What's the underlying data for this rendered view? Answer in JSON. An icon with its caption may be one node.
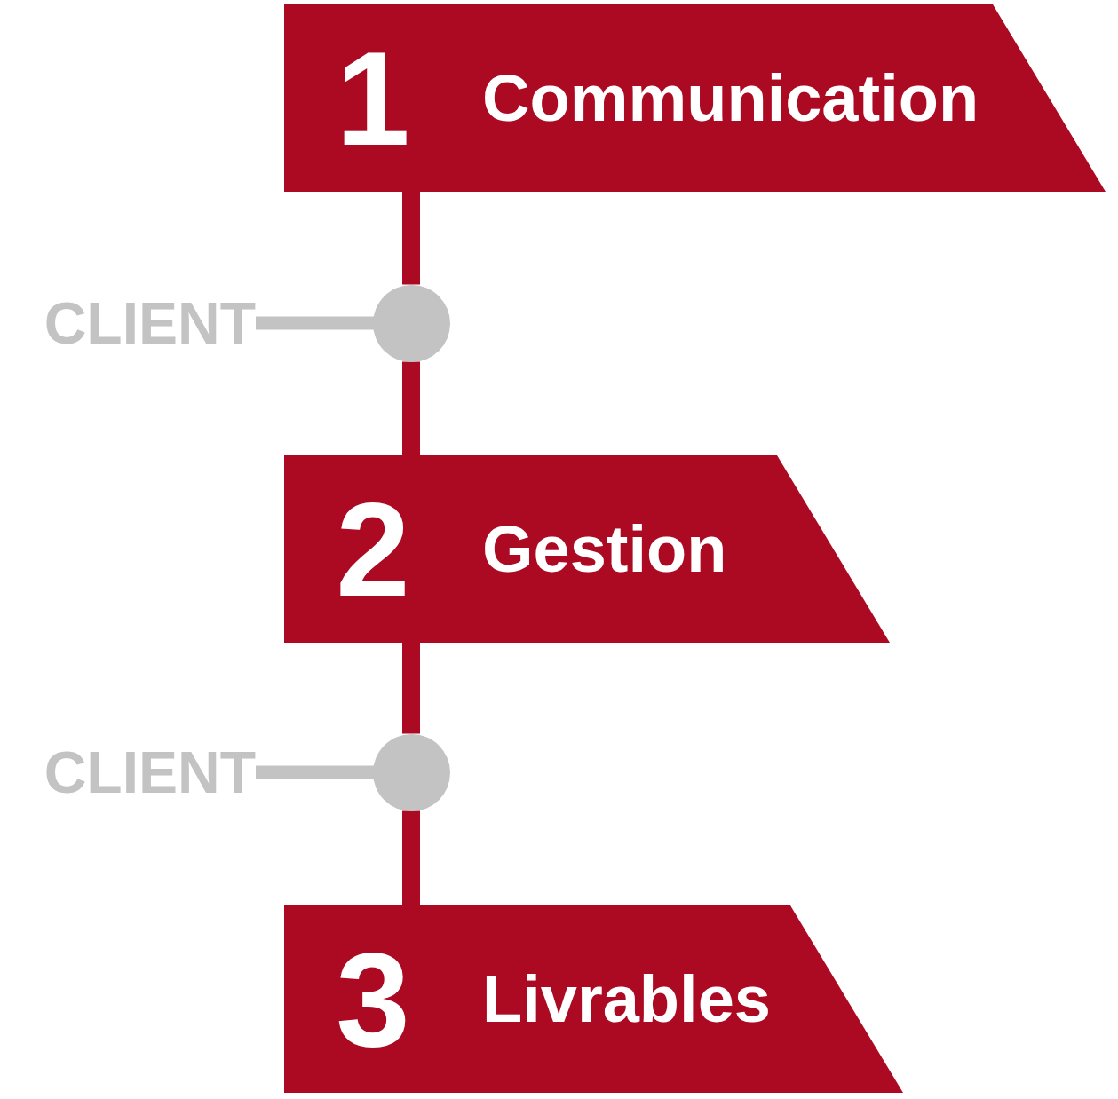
{
  "diagram": {
    "nodes": [
      {
        "text": [
          "1",
          "Communication"
        ]
      },
      {
        "text": [
          "CLIENT"
        ]
      },
      {
        "text": [],
        "shape": "circle"
      },
      {
        "text": [
          "2",
          "Gestion"
        ]
      },
      {
        "text": [
          "CLIENT"
        ]
      },
      {
        "text": [],
        "shape": "circle"
      },
      {
        "text": [
          "3",
          "Livrables"
        ]
      }
    ],
    "edges": [
      {
        "from": 0,
        "to": 2,
        "arrow": "none"
      },
      {
        "from": 1,
        "to": 2,
        "arrow": "none",
        "color": "#c3c3c3"
      },
      {
        "from": 2,
        "to": 3,
        "arrow": "none"
      },
      {
        "from": 3,
        "to": 5,
        "arrow": "none"
      },
      {
        "from": 4,
        "to": 5,
        "arrow": "none",
        "color": "#c3c3c3"
      },
      {
        "from": 5,
        "to": 6,
        "arrow": "none"
      }
    ]
  }
}
